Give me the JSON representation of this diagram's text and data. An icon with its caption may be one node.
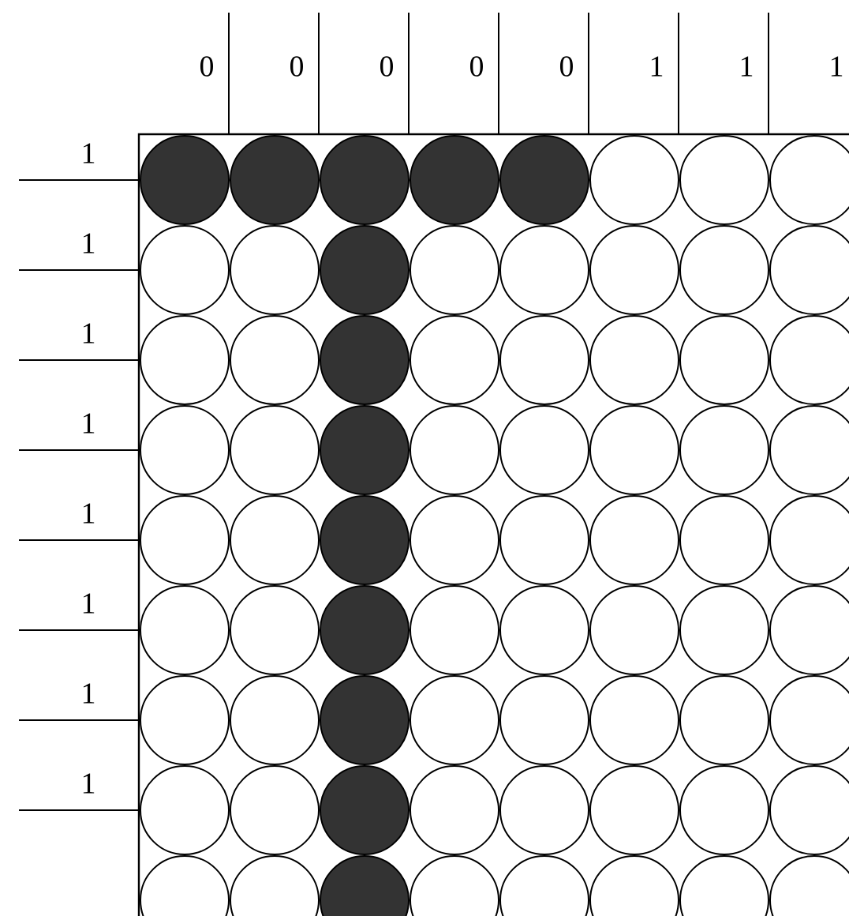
{
  "diagram": {
    "nodes": [
      {
        "text": [],
        "shape": "dot"
      },
      {
        "text": [],
        "shape": "dot"
      },
      {
        "text": [],
        "shape": "dot"
      },
      {
        "text": [],
        "shape": "dot"
      },
      {
        "text": [],
        "shape": "dot"
      },
      {
        "text": [],
        "shape": "circle"
      },
      {
        "text": [],
        "shape": "circle"
      },
      {
        "text": [],
        "shape": "circle"
      },
      {
        "text": [],
        "shape": "circle"
      },
      {
        "text": [],
        "shape": "circle"
      },
      {
        "text": [],
        "shape": "dot"
      },
      {
        "text": [],
        "shape": "circle"
      },
      {
        "text": [],
        "shape": "circle"
      },
      {
        "text": [],
        "shape": "circle"
      },
      {
        "text": [],
        "shape": "circle"
      },
      {
        "text": [],
        "shape": "circle"
      },
      {
        "text": [],
        "shape": "circle"
      },
      {
        "text": [],
        "shape": "circle"
      },
      {
        "text": [],
        "shape": "dot"
      },
      {
        "text": [],
        "shape": "circle"
      },
      {
        "text": [],
        "shape": "circle"
      },
      {
        "text": [],
        "shape": "circle"
      },
      {
        "text": [],
        "shape": "circle"
      },
      {
        "text": [],
        "shape": "circle"
      },
      {
        "text": [],
        "shape": "circle"
      },
      {
        "text": [],
        "shape": "circle"
      },
      {
        "text": [],
        "shape": "dot"
      },
      {
        "text": [],
        "shape": "circle"
      },
      {
        "text": [],
        "shape": "circle"
      },
      {
        "text": [],
        "shape": "circle"
      },
      {
        "text": [],
        "shape": "circle"
      },
      {
        "text": [],
        "shape": "circle"
      },
      {
        "text": [],
        "shape": "circle"
      },
      {
        "text": [],
        "shape": "circle"
      },
      {
        "text": [],
        "shape": "dot"
      },
      {
        "text": [],
        "shape": "circle"
      },
      {
        "text": [],
        "shape": "circle"
      },
      {
        "text": [],
        "shape": "circle"
      },
      {
        "text": [],
        "shape": "circle"
      },
      {
        "text": [],
        "shape": "circle"
      },
      {
        "text": [],
        "shape": "circle"
      },
      {
        "text": [],
        "shape": "circle"
      },
      {
        "text": [],
        "shape": "dot"
      },
      {
        "text": [],
        "shape": "circle"
      },
      {
        "text": [],
        "shape": "circle"
      },
      {
        "text": [],
        "shape": "circle"
      },
      {
        "text": [],
        "shape": "circle"
      },
      {
        "text": [],
        "shape": "circle"
      },
      {
        "text": [],
        "shape": "circle"
      },
      {
        "text": [],
        "shape": "circle"
      },
      {
        "text": [],
        "shape": "dot"
      },
      {
        "text": [],
        "shape": "circle"
      },
      {
        "text": [],
        "shape": "circle"
      },
      {
        "text": [],
        "shape": "circle"
      },
      {
        "text": [],
        "shape": "circle"
      },
      {
        "text": [],
        "shape": "circle"
      },
      {
        "text": [],
        "shape": "circle"
      },
      {
        "text": [],
        "shape": "circle"
      },
      {
        "text": [],
        "shape": "dot"
      },
      {
        "text": [],
        "shape": "circle"
      },
      {
        "text": [],
        "shape": "circle"
      },
      {
        "text": [],
        "shape": "circle"
      },
      {
        "text": [],
        "shape": "circle"
      },
      {
        "text": [],
        "shape": "circle"
      },
      {
        "text": [],
        "shape": "circle"
      },
      {
        "text": [],
        "shape": "circle"
      },
      {
        "text": [],
        "shape": "dot"
      },
      {
        "text": [],
        "shape": "circle"
      },
      {
        "text": [],
        "shape": "circle"
      },
      {
        "text": [],
        "shape": "circle"
      },
      {
        "text": [],
        "shape": "circle"
      },
      {
        "text": [],
        "shape": "circle"
      }
    ],
    "labels": [
      "0",
      "0",
      "0",
      "0",
      "0",
      "1",
      "1",
      "1",
      "1",
      "1",
      "1",
      "1",
      "1",
      "1",
      "1",
      "1"
    ]
  }
}
